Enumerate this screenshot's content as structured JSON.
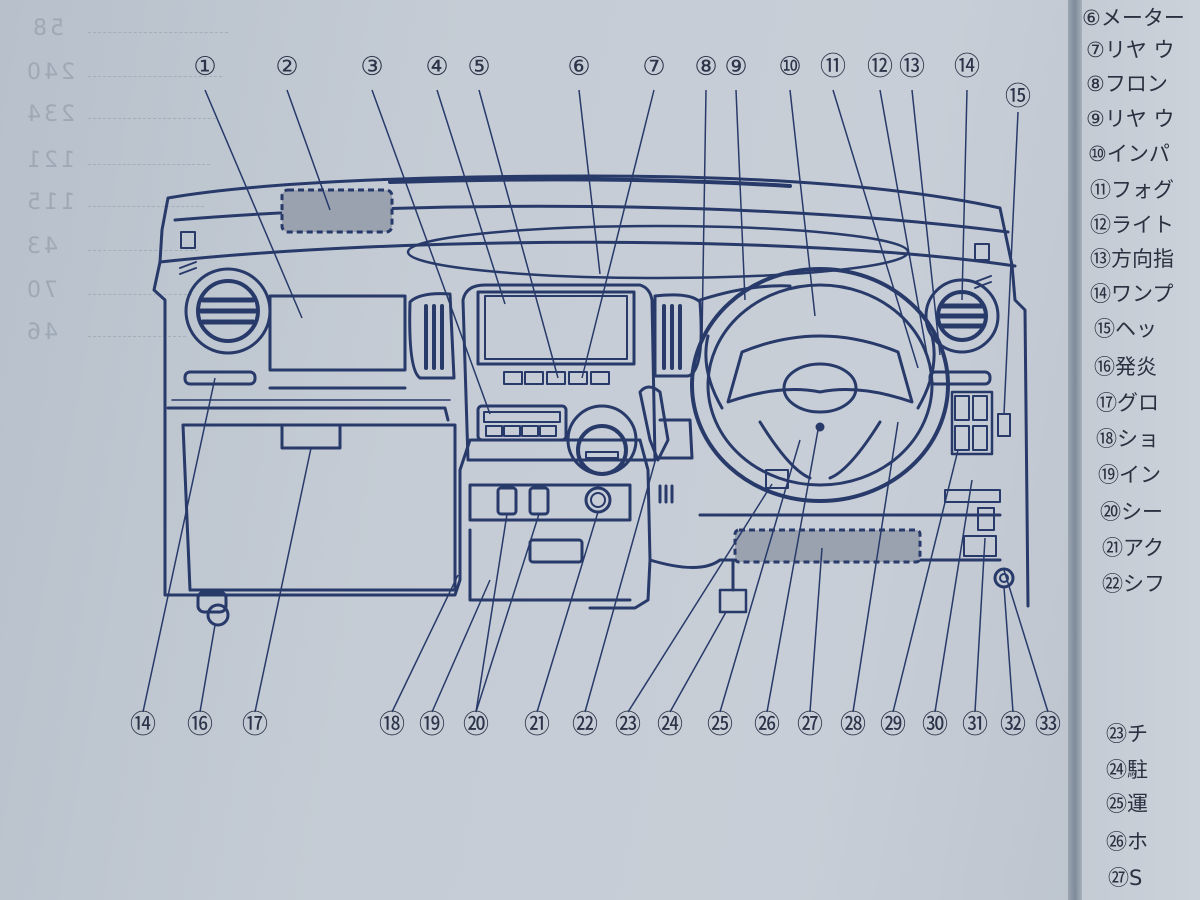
{
  "ghost_page_numbers": [
    "58",
    "240",
    "234",
    "121",
    "115",
    "43",
    "70",
    "46"
  ],
  "callouts_top": [
    {
      "id": "c1",
      "label": "①"
    },
    {
      "id": "c2",
      "label": "②"
    },
    {
      "id": "c3",
      "label": "③"
    },
    {
      "id": "c4",
      "label": "④"
    },
    {
      "id": "c5",
      "label": "⑤"
    },
    {
      "id": "c6",
      "label": "⑥"
    },
    {
      "id": "c7",
      "label": "⑦"
    },
    {
      "id": "c8",
      "label": "⑧"
    },
    {
      "id": "c9",
      "label": "⑨"
    },
    {
      "id": "c10",
      "label": "⑩"
    },
    {
      "id": "c11",
      "label": "⑪"
    },
    {
      "id": "c12",
      "label": "⑫"
    },
    {
      "id": "c13",
      "label": "⑬"
    },
    {
      "id": "c14t",
      "label": "⑭"
    },
    {
      "id": "c15",
      "label": "⑮"
    }
  ],
  "callouts_bottom": [
    {
      "id": "c14b",
      "label": "⑭"
    },
    {
      "id": "c16",
      "label": "⑯"
    },
    {
      "id": "c17",
      "label": "⑰"
    },
    {
      "id": "c18",
      "label": "⑱"
    },
    {
      "id": "c19",
      "label": "⑲"
    },
    {
      "id": "c20",
      "label": "⑳"
    },
    {
      "id": "c21",
      "label": "㉑"
    },
    {
      "id": "c22",
      "label": "㉒"
    },
    {
      "id": "c23",
      "label": "㉓"
    },
    {
      "id": "c24",
      "label": "㉔"
    },
    {
      "id": "c25",
      "label": "㉕"
    },
    {
      "id": "c26",
      "label": "㉖"
    },
    {
      "id": "c27",
      "label": "㉗"
    },
    {
      "id": "c28",
      "label": "㉘"
    },
    {
      "id": "c29",
      "label": "㉙"
    },
    {
      "id": "c30",
      "label": "㉚"
    },
    {
      "id": "c31",
      "label": "㉛"
    },
    {
      "id": "c32",
      "label": "㉜"
    },
    {
      "id": "c33",
      "label": "㉝"
    }
  ],
  "right_page_list": [
    "⑥メーター",
    "⑦リヤ ウ",
    "⑧フロン",
    "⑨リヤ ウ",
    "⑩インパ",
    "⑪フォグ",
    "⑫ライト",
    "⑬方向指",
    "⑭ワンプ",
    "⑮ヘッ",
    "⑯発炎",
    "⑰グロ",
    "⑱ショ",
    "⑲イン",
    "⑳シー",
    "㉑アク",
    "㉒シフ",
    "㉓チ",
    "㉔駐",
    "㉕運",
    "㉖ホ",
    "㉗S"
  ],
  "colors": {
    "line": "#283a6a",
    "callout_text": "#2b3448",
    "shaded_area": "#9aa2b0"
  }
}
